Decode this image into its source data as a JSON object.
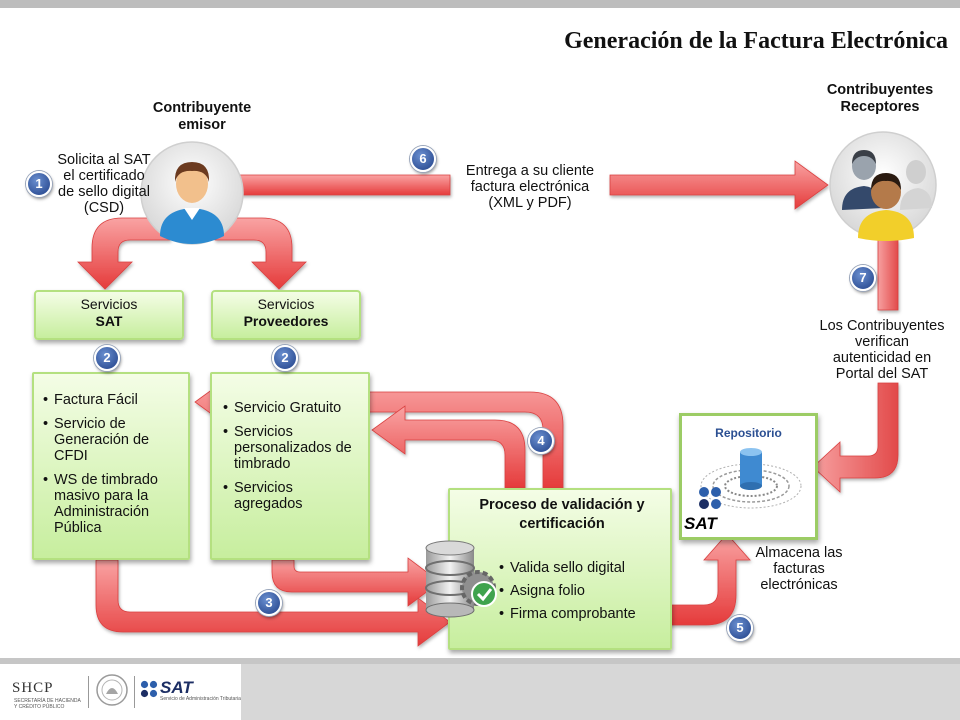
{
  "title": "Generación de la Factura Electrónica",
  "nodes": {
    "emisor": {
      "line1": "Contribuyente",
      "line2": "emisor"
    },
    "receptores": {
      "line1": "Contribuyentes",
      "line2": "Receptores"
    },
    "solicita": [
      "Solicita al SAT",
      "el certificado",
      "de sello digital",
      "(CSD)"
    ],
    "entrega": [
      "Entrega a su cliente",
      "factura electrónica",
      "(XML y PDF)"
    ],
    "verifican": [
      "Los Contribuyentes",
      "verifican",
      "autenticidad en",
      "Portal del SAT"
    ],
    "almacena": [
      "Almacena las",
      "facturas",
      "electrónicas"
    ]
  },
  "servicios_sat": {
    "line1": "Servicios",
    "line2": "SAT"
  },
  "servicios_proveedores": {
    "line1": "Servicios",
    "line2": "Proveedores"
  },
  "sat_list": [
    "Factura Fácil",
    "Servicio de Generación de CFDI",
    "WS de timbrado masivo para la Administración Pública"
  ],
  "prov_list": [
    "Servicio Gratuito",
    "Servicios personalizados de  timbrado",
    "Servicios agregados"
  ],
  "proceso": {
    "title": "Proceso de validación y certificación",
    "items": [
      "Valida sello digital",
      "Asigna folio",
      "Firma comprobante"
    ]
  },
  "repositorio": {
    "title": "Repositorio",
    "logo": "SAT"
  },
  "steps": [
    "1",
    "2",
    "2",
    "3",
    "4",
    "5",
    "6",
    "7"
  ],
  "footer": {
    "shcp": "SHCP",
    "shcp_sub": "SECRETARÍA DE HACIENDA Y CRÉDITO PÚBLICO",
    "sat": "SAT",
    "sat_sub": "Servicio de Administración Tributaria"
  },
  "colors": {
    "arrow": "#ef5a5a",
    "box_green": "#c7ee9e",
    "step_blue": "#1f3f86"
  },
  "icons": [
    "user-icon",
    "users-group-icon",
    "database-gear-icon",
    "repository-icon",
    "sat-logo-icon",
    "mexico-seal-icon"
  ]
}
